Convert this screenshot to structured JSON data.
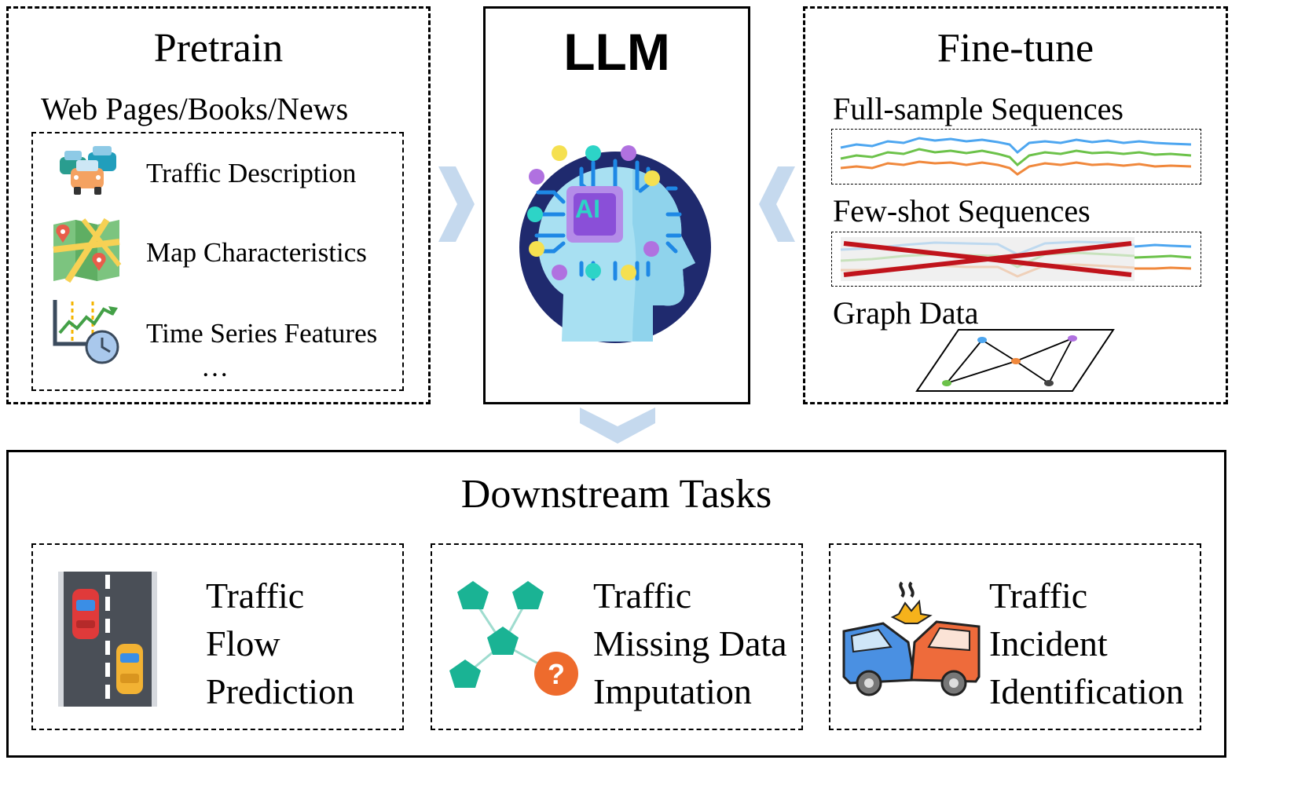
{
  "pretrain": {
    "title": "Pretrain",
    "source_label": "Web Pages/Books/News",
    "items": [
      {
        "label": "Traffic Description",
        "icon": "traffic-cars-icon"
      },
      {
        "label": "Map Characteristics",
        "icon": "map-icon"
      },
      {
        "label": "Time Series Features",
        "icon": "time-series-clock-icon"
      }
    ],
    "ellipsis": "…"
  },
  "llm": {
    "title": "LLM",
    "chip_text": "AI",
    "icon": "ai-head-icon"
  },
  "finetune": {
    "title": "Fine-tune",
    "sections": [
      {
        "label": "Full-sample Sequences",
        "icon": "full-sequence-plot-icon"
      },
      {
        "label": "Few-shot Sequences",
        "icon": "crossed-sequence-plot-icon"
      },
      {
        "label": "Graph Data",
        "icon": "graph-network-icon"
      }
    ]
  },
  "downstream": {
    "title": "Downstream Tasks",
    "tasks": [
      {
        "lines": [
          "Traffic",
          "Flow",
          "Prediction"
        ],
        "icon": "road-lanes-icon"
      },
      {
        "lines": [
          "Traffic",
          "Missing Data",
          "Imputation"
        ],
        "icon": "graph-question-icon"
      },
      {
        "lines": [
          "Traffic",
          "Incident",
          "Identification"
        ],
        "icon": "car-crash-icon"
      }
    ]
  },
  "colors": {
    "arrow": "#c5d9ee",
    "series_blue": "#4da6f0",
    "series_green": "#6cc24a",
    "series_orange": "#f0883c",
    "cross_red": "#c0141c",
    "head_navy": "#1f2a6e",
    "head_light": "#a8e0f2",
    "chip_purple": "#9b5fe0",
    "node_teal": "#1ab394"
  }
}
